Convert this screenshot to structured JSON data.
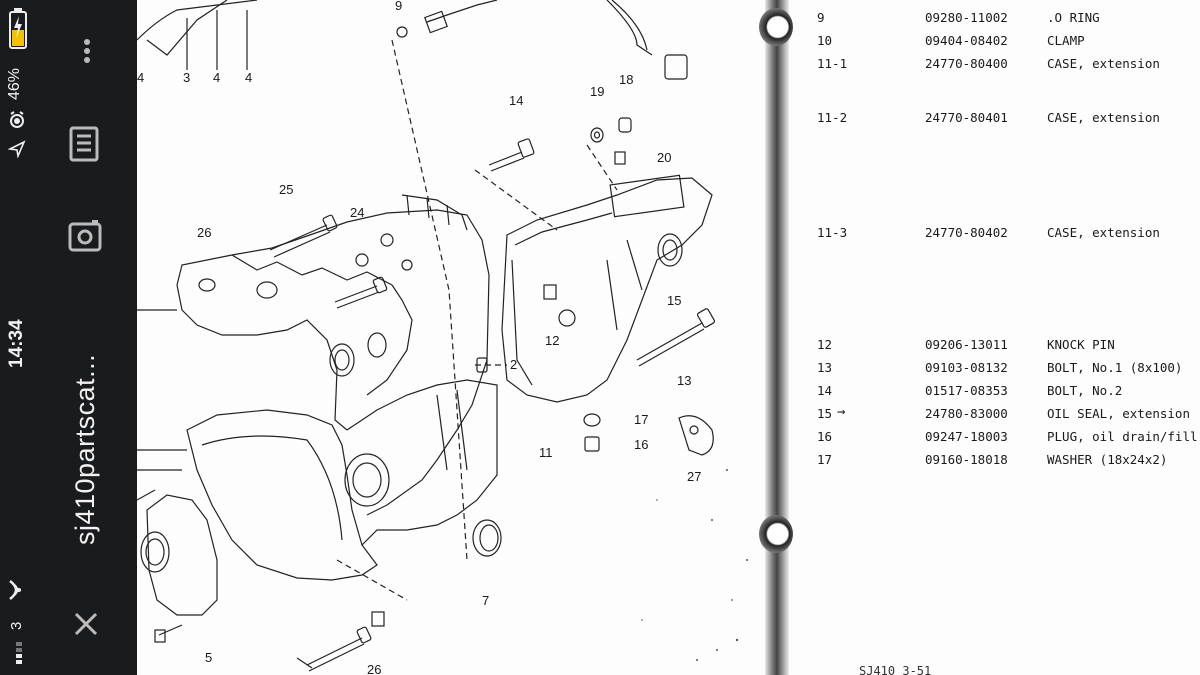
{
  "status_bar": {
    "time": "14:34",
    "battery": "46%",
    "carrier": "3"
  },
  "browser": {
    "title": "sj410partscat..."
  },
  "diagram": {
    "callouts": [
      "9",
      "3",
      "4",
      "4",
      "4",
      "18",
      "19",
      "14",
      "20",
      "25",
      "24",
      "26",
      "12",
      "15",
      "13",
      "2",
      "17",
      "16",
      "27",
      "11",
      "7",
      "5",
      "26"
    ]
  },
  "parts_table": {
    "rows": [
      {
        "no": "9",
        "pn": "09280-11002",
        "desc": ".O RING"
      },
      {
        "no": "10",
        "pn": "09404-08402",
        "desc": "CLAMP"
      },
      {
        "no": "11-1",
        "pn": "24770-80400",
        "desc": "CASE, extension"
      },
      {
        "no": "11-2",
        "pn": "24770-80401",
        "desc": "CASE, extension"
      },
      {
        "no": "11-3",
        "pn": "24770-80402",
        "desc": "CASE, extension"
      },
      {
        "no": "12",
        "pn": "09206-13011",
        "desc": "KNOCK PIN"
      },
      {
        "no": "13",
        "pn": "09103-08132",
        "desc": "BOLT, No.1 (8x100)"
      },
      {
        "no": "14",
        "pn": "01517-08353",
        "desc": "BOLT, No.2"
      },
      {
        "no": "15",
        "pn": "24780-83000",
        "desc": "OIL SEAL, extension"
      },
      {
        "no": "16",
        "pn": "09247-18003",
        "desc": "PLUG, oil drain/fill"
      },
      {
        "no": "17",
        "pn": "09160-18018",
        "desc": "WASHER (18x24x2)"
      }
    ],
    "footer": "SJ410 3-51"
  },
  "icons": [
    "battery-icon",
    "alarm-icon",
    "navigation-icon",
    "wifi-icon",
    "signal-icon",
    "menu-icon",
    "tabs-icon",
    "camera-icon",
    "close-icon"
  ]
}
